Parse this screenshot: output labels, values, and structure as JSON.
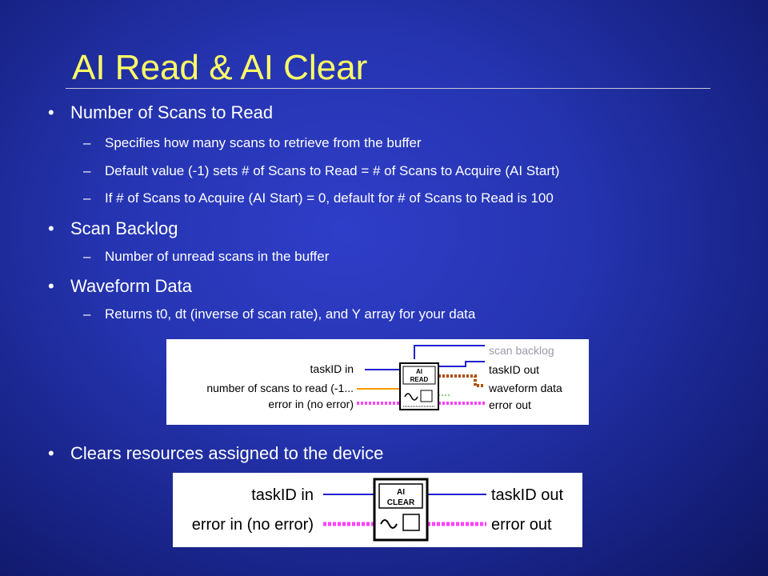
{
  "title": "AI Read & AI Clear",
  "bullets": [
    {
      "text": "Number of Scans to Read",
      "subs": [
        "Specifies how many scans to retrieve from the buffer",
        "Default value (-1) sets # of Scans to Read = # of Scans to Acquire (AI Start)",
        "If # of Scans to Acquire (AI Start) = 0, default for # of Scans to Read is 100"
      ]
    },
    {
      "text": "Scan Backlog",
      "subs": [
        "Number of unread scans in the buffer"
      ]
    },
    {
      "text": "Waveform Data",
      "subs": [
        "Returns t0, dt (inverse of scan rate), and Y array for your data"
      ]
    },
    {
      "text": "Clears resources assigned to the device",
      "subs": []
    }
  ],
  "ai_read": {
    "icon_lines": [
      "AI",
      "READ"
    ],
    "inputs": [
      "taskID in",
      "number of scans to read (-1...",
      "error in (no error)"
    ],
    "outputs": [
      "scan backlog",
      "taskID out",
      "waveform data",
      "error out"
    ]
  },
  "ai_clear": {
    "icon_lines": [
      "AI",
      "CLEAR"
    ],
    "inputs": [
      "taskID in",
      "error in (no error)"
    ],
    "outputs": [
      "taskID out",
      "error out"
    ]
  },
  "colors": {
    "title": "#ffff66",
    "task_wire": "#2020d0",
    "error_wire": "#ff40ff",
    "waveform_wire": "#b05000",
    "number_wire": "#ff9900",
    "backlog_text": "#9a9aaa"
  }
}
